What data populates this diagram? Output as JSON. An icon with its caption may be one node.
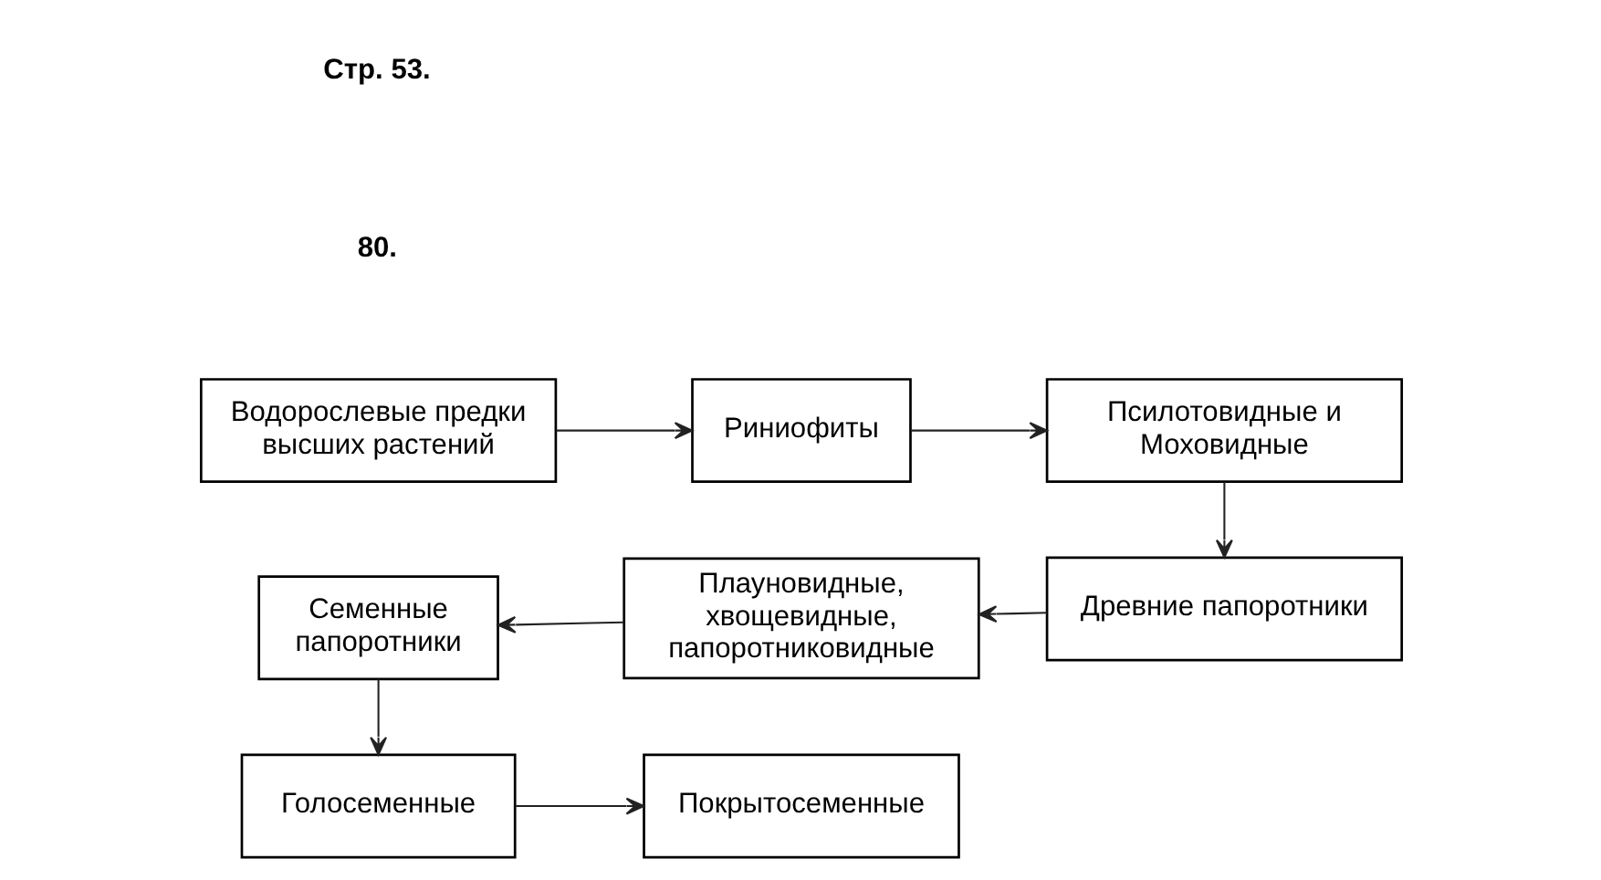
{
  "diagram": {
    "nodes": [
      {
        "text": [
          "Водорослевые предки высших растений"
        ]
      },
      {
        "text": [
          "Риниофиты"
        ]
      },
      {
        "text": [
          "Псилотовидные и Моховидные"
        ]
      },
      {
        "text": [
          "Семенные папоротники"
        ]
      },
      {
        "text": [
          "Плауновидные, хвощевидные, папоротниковидные"
        ]
      },
      {
        "text": [
          "Древние папоротники"
        ]
      },
      {
        "text": [
          "Голосеменные"
        ]
      },
      {
        "text": [
          "Покрытосеменные"
        ]
      }
    ],
    "edges": [
      {
        "from": 0,
        "to": 1,
        "arrow": "to"
      },
      {
        "from": 1,
        "to": 2,
        "arrow": "to"
      },
      {
        "from": 2,
        "to": 5,
        "arrow": "to"
      },
      {
        "from": 5,
        "to": 4,
        "arrow": "to"
      },
      {
        "from": 4,
        "to": 3,
        "arrow": "to"
      },
      {
        "from": 3,
        "to": 6,
        "arrow": "to"
      },
      {
        "from": 6,
        "to": 7,
        "arrow": "to"
      }
    ],
    "labels": [
      "Стр. 53.",
      "80."
    ]
  }
}
